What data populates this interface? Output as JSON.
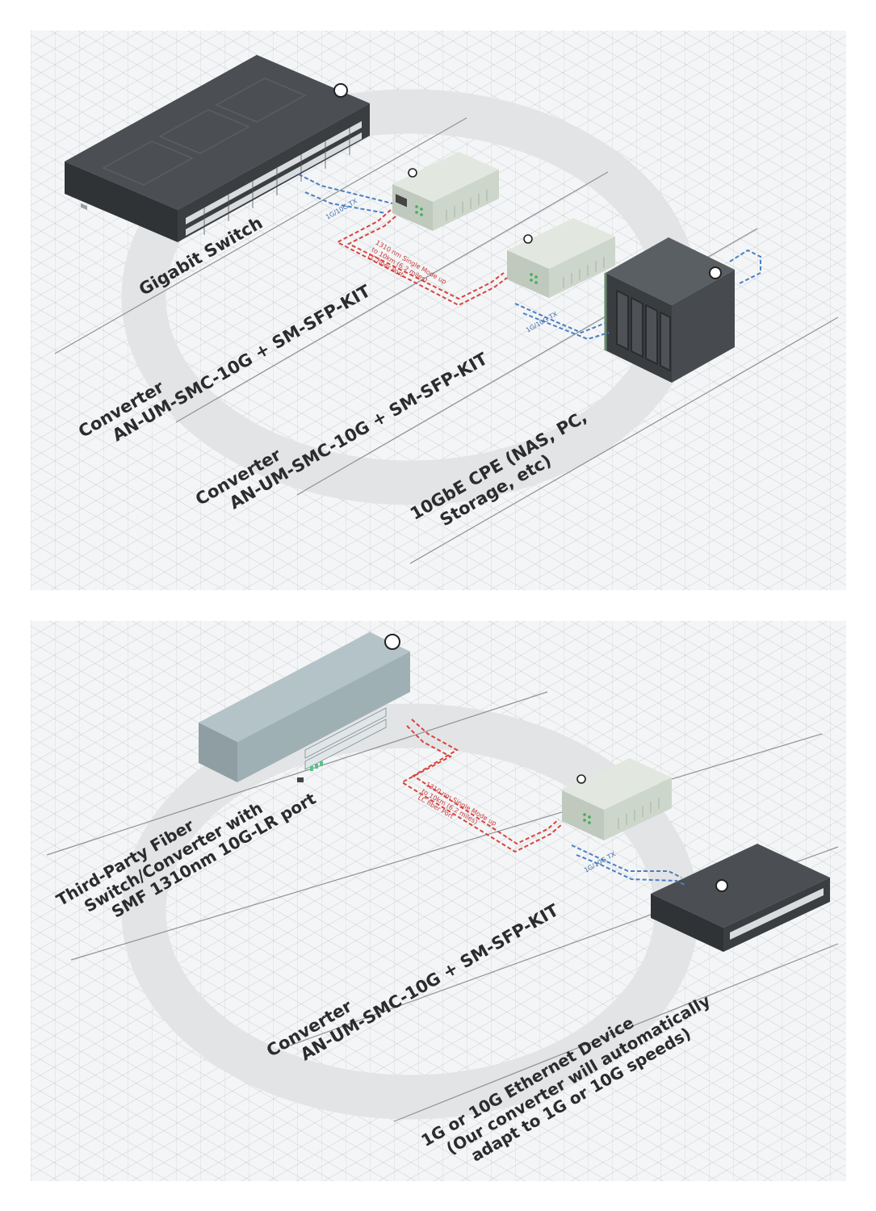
{
  "top": {
    "labels": {
      "gigabit_switch": "Gigabit Switch",
      "converter1_line1": "Converter",
      "converter1_line2": "AN-UM-SMC-10G + SM-SFP-KIT",
      "converter2_line1": "Converter",
      "converter2_line2": "AN-UM-SMC-10G + SM-SFP-KIT",
      "cpe_line1": "10GbE CPE (NAS, PC,",
      "cpe_line2": "Storage, etc)"
    },
    "annotations": {
      "tx1": "1G/10G TX",
      "tx2": "1G/10G TX",
      "fiber_line1": "1310 nm Single Mode up",
      "fiber_line2": "to 10km (6.2 miles)",
      "fiber_line3": "LC fiber Port"
    }
  },
  "bottom": {
    "labels": {
      "thirdparty_line1": "Third-Party Fiber",
      "thirdparty_line2": "Switch/Converter with",
      "thirdparty_line3": "SMF 1310nm 10G-LR port",
      "converter_line1": "Converter",
      "converter_line2": "AN-UM-SMC-10G + SM-SFP-KIT",
      "device_line1": "1G or 10G Ethernet Device",
      "device_line2": "(Our converter will automatically",
      "device_line3": "adapt to 1G or 10G speeds)"
    },
    "annotations": {
      "tx": "1G/10G TX",
      "fiber_line1": "1310 nm Single Mode up",
      "fiber_line2": "to 10km (6.2 miles)",
      "fiber_line3": "LC fiber Port"
    }
  },
  "colors": {
    "fiber_link": "#d9433f",
    "copper_link": "#4a7fc1",
    "switch_body": "#3c3f42",
    "converter_body": "#d3dcd2",
    "fiber_switch_body": "#a9b9bf",
    "nas_body": "#45494d"
  }
}
